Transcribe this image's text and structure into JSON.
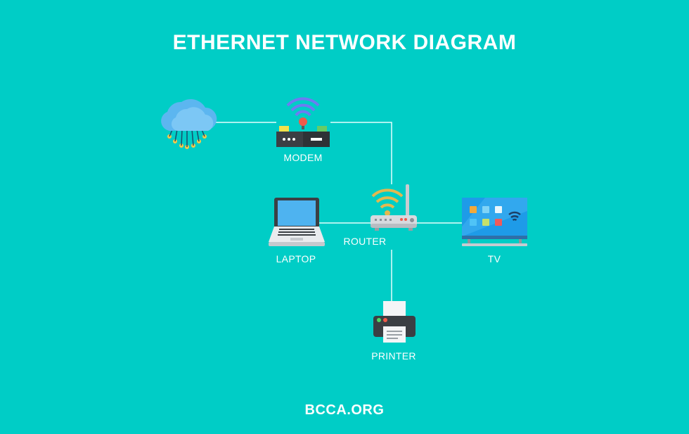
{
  "title": "ETHERNET NETWORK DIAGRAM",
  "footer": "BCCA.ORG",
  "nodes": {
    "cloud": {
      "label": "",
      "icon": "cloud-icon"
    },
    "modem": {
      "label": "MODEM",
      "icon": "modem-icon"
    },
    "router": {
      "label": "ROUTER",
      "icon": "router-icon"
    },
    "laptop": {
      "label": "LAPTOP",
      "icon": "laptop-icon"
    },
    "tv": {
      "label": "TV",
      "icon": "tv-icon"
    },
    "printer": {
      "label": "PRINTER",
      "icon": "printer-icon"
    }
  },
  "connections": [
    [
      "cloud",
      "modem"
    ],
    [
      "modem",
      "router"
    ],
    [
      "laptop",
      "router"
    ],
    [
      "router",
      "tv"
    ],
    [
      "router",
      "printer"
    ]
  ],
  "colors": {
    "background": "#00CDC6",
    "line": "#E6FFFD",
    "text": "#FFFFFF"
  }
}
